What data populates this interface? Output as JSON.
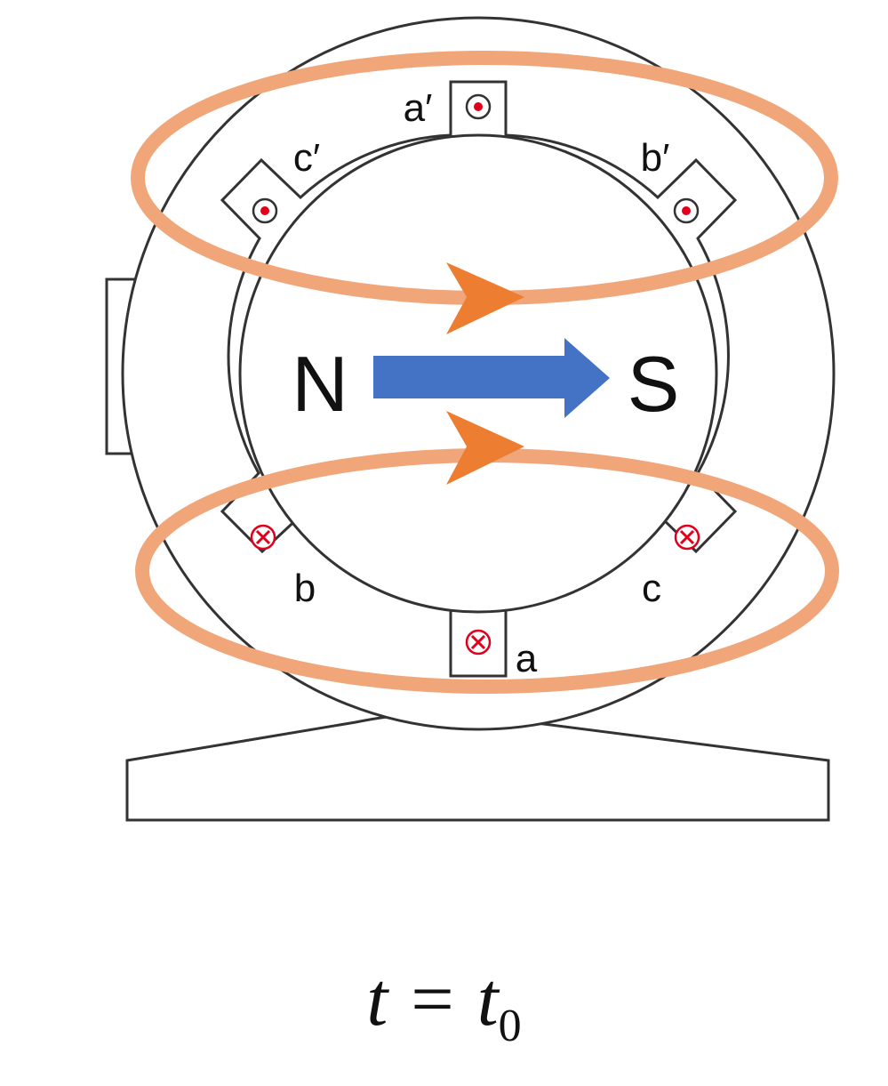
{
  "labels": {
    "slot_top": "a′",
    "slot_top_left": "c′",
    "slot_top_right": "b′",
    "slot_bottom": "a",
    "slot_bottom_left": "b",
    "slot_bottom_right": "c",
    "north_pole": "N",
    "south_pole": "S"
  },
  "time": {
    "variable": "t",
    "equals": "=",
    "value": "t",
    "subscript": "0"
  },
  "colors": {
    "outline": "#333333",
    "coil": "#f1a67a",
    "field_arrow": "#4472c4",
    "flux_arrow": "#ed7d31",
    "conductor_mark": "#e0001b"
  },
  "conductors": {
    "top_slots_current": "out-of-page",
    "bottom_slots_current": "into-page"
  }
}
